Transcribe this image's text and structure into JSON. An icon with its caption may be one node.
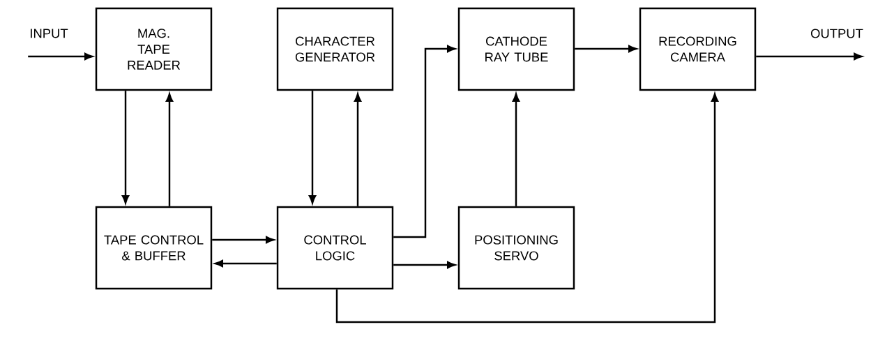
{
  "diagram": {
    "nodes": [
      {
        "text": [
          "INPUT"
        ]
      },
      {
        "text": [
          "MAG. TAPE READER"
        ]
      },
      {
        "text": [
          "CHARACTER GENERATOR"
        ]
      },
      {
        "text": [
          "CATHODE RAY TUBE"
        ]
      },
      {
        "text": [
          "RECORDING CAMERA"
        ]
      },
      {
        "text": [
          "OUTPUT"
        ]
      },
      {
        "text": [
          "TAPE CONTROL & BUFFER"
        ]
      },
      {
        "text": [
          "CONTROL LOGIC"
        ]
      },
      {
        "text": [
          "POSITIONING SERVO"
        ]
      }
    ],
    "edges": [
      {
        "from": 0,
        "to": 1,
        "arrow": "to"
      },
      {
        "from": 1,
        "to": 6,
        "arrow": "to"
      },
      {
        "from": 6,
        "to": 1,
        "arrow": "to"
      },
      {
        "from": 2,
        "to": 7,
        "arrow": "to"
      },
      {
        "from": 7,
        "to": 2,
        "arrow": "to"
      },
      {
        "from": 6,
        "to": 7,
        "arrow": "to"
      },
      {
        "from": 7,
        "to": 6,
        "arrow": "to"
      },
      {
        "from": 7,
        "to": 3,
        "arrow": "to"
      },
      {
        "from": 7,
        "to": 8,
        "arrow": "to"
      },
      {
        "from": 8,
        "to": 3,
        "arrow": "to"
      },
      {
        "from": 3,
        "to": 4,
        "arrow": "to"
      },
      {
        "from": 4,
        "to": 5,
        "arrow": "to"
      },
      {
        "from": 7,
        "to": 4,
        "arrow": "to"
      }
    ]
  }
}
